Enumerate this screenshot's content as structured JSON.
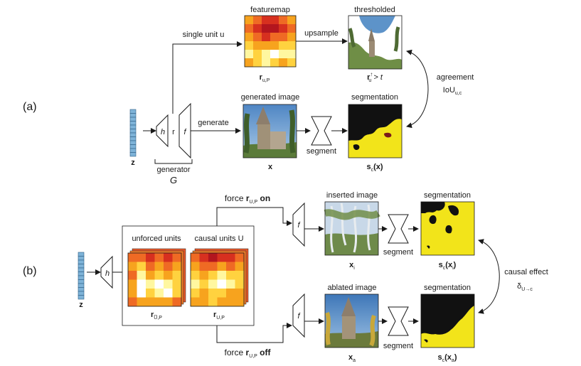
{
  "panel_a": {
    "label": "(a)",
    "latent": "z",
    "h": "h",
    "r": "r",
    "f": "f",
    "generator": "generator",
    "G": "G",
    "single_unit": "single unit u",
    "featuremap_title": "featuremap",
    "featuremap_math": "r",
    "featuremap_sub": "u,P",
    "upsample": "upsample",
    "thresholded_title": "thresholded",
    "thresholded_math": "r",
    "thresholded_sup": "↑",
    "thresholded_sub": "u",
    "thresholded_rest": " > t",
    "generate": "generate",
    "generated_title": "generated image",
    "x": "x",
    "segment": "segment",
    "segmentation_title": "segmentation",
    "s": "s",
    "s_sub": "c",
    "s_arg": "(x)",
    "agreement": "agreement",
    "iou": "IoU",
    "iou_sub": "u,c"
  },
  "panel_b": {
    "label": "(b)",
    "latent": "z",
    "h": "h",
    "unforced_title": "unforced units",
    "causal_title": "causal units U",
    "r_unforced": "r",
    "r_unforced_sub": "U̅,P",
    "r_causal": "r",
    "r_causal_sub": "U,P",
    "force_on_prefix": "force ",
    "force_on_r": "r",
    "force_on_sub": "U,P",
    "force_on_word": " on",
    "force_off_prefix": "force ",
    "force_off_r": "r",
    "force_off_sub": "U,P",
    "force_off_word": " off",
    "f_top": "f",
    "f_bottom": "f",
    "inserted_title": "inserted image",
    "xi": "x",
    "xi_sub": "i",
    "ablated_title": "ablated image",
    "xa": "x",
    "xa_sub": "a",
    "segment_top": "segment",
    "segment_bottom": "segment",
    "seg_top_title": "segmentation",
    "seg_bottom_title": "segmentation",
    "s_i": "s",
    "s_i_sub": "c",
    "s_i_arg_open": "(x",
    "s_i_arg_sub": "i",
    "s_i_arg_close": ")",
    "s_a": "s",
    "s_a_sub": "c",
    "s_a_arg_open": "(x",
    "s_a_arg_sub": "a",
    "s_a_arg_close": ")",
    "causal_effect": "causal effect",
    "delta": "δ",
    "delta_sub": "U→c"
  },
  "colors": {
    "line": "#1a1a1a",
    "latent_fill": "#7eb3d8",
    "seg_yellow": "#f2e41a",
    "heat": [
      "#ffffff",
      "#fff7a0",
      "#ffd23f",
      "#f7a31e",
      "#ef6a24",
      "#d7301f",
      "#b3161e"
    ]
  },
  "heatmaps": {
    "featuremap": [
      [
        3,
        4,
        5,
        5,
        4,
        3
      ],
      [
        4,
        5,
        6,
        6,
        5,
        4
      ],
      [
        3,
        4,
        5,
        4,
        4,
        3
      ],
      [
        2,
        3,
        3,
        3,
        2,
        2
      ],
      [
        1,
        2,
        1,
        0,
        1,
        1
      ],
      [
        3,
        2,
        1,
        2,
        3,
        2
      ]
    ],
    "unforced": [
      [
        4,
        4,
        5,
        4,
        5,
        4
      ],
      [
        3,
        2,
        4,
        3,
        4,
        3
      ],
      [
        4,
        1,
        3,
        2,
        3,
        2
      ],
      [
        3,
        0,
        1,
        0,
        1,
        2
      ],
      [
        3,
        0,
        2,
        1,
        0,
        2
      ],
      [
        4,
        3,
        3,
        3,
        3,
        4
      ]
    ],
    "causal": [
      [
        4,
        5,
        6,
        5,
        5,
        4
      ],
      [
        3,
        4,
        4,
        3,
        4,
        3
      ],
      [
        2,
        3,
        2,
        1,
        2,
        2
      ],
      [
        1,
        2,
        1,
        0,
        1,
        2
      ],
      [
        2,
        3,
        2,
        2,
        3,
        3
      ],
      [
        3,
        3,
        2,
        3,
        3,
        3
      ]
    ]
  }
}
